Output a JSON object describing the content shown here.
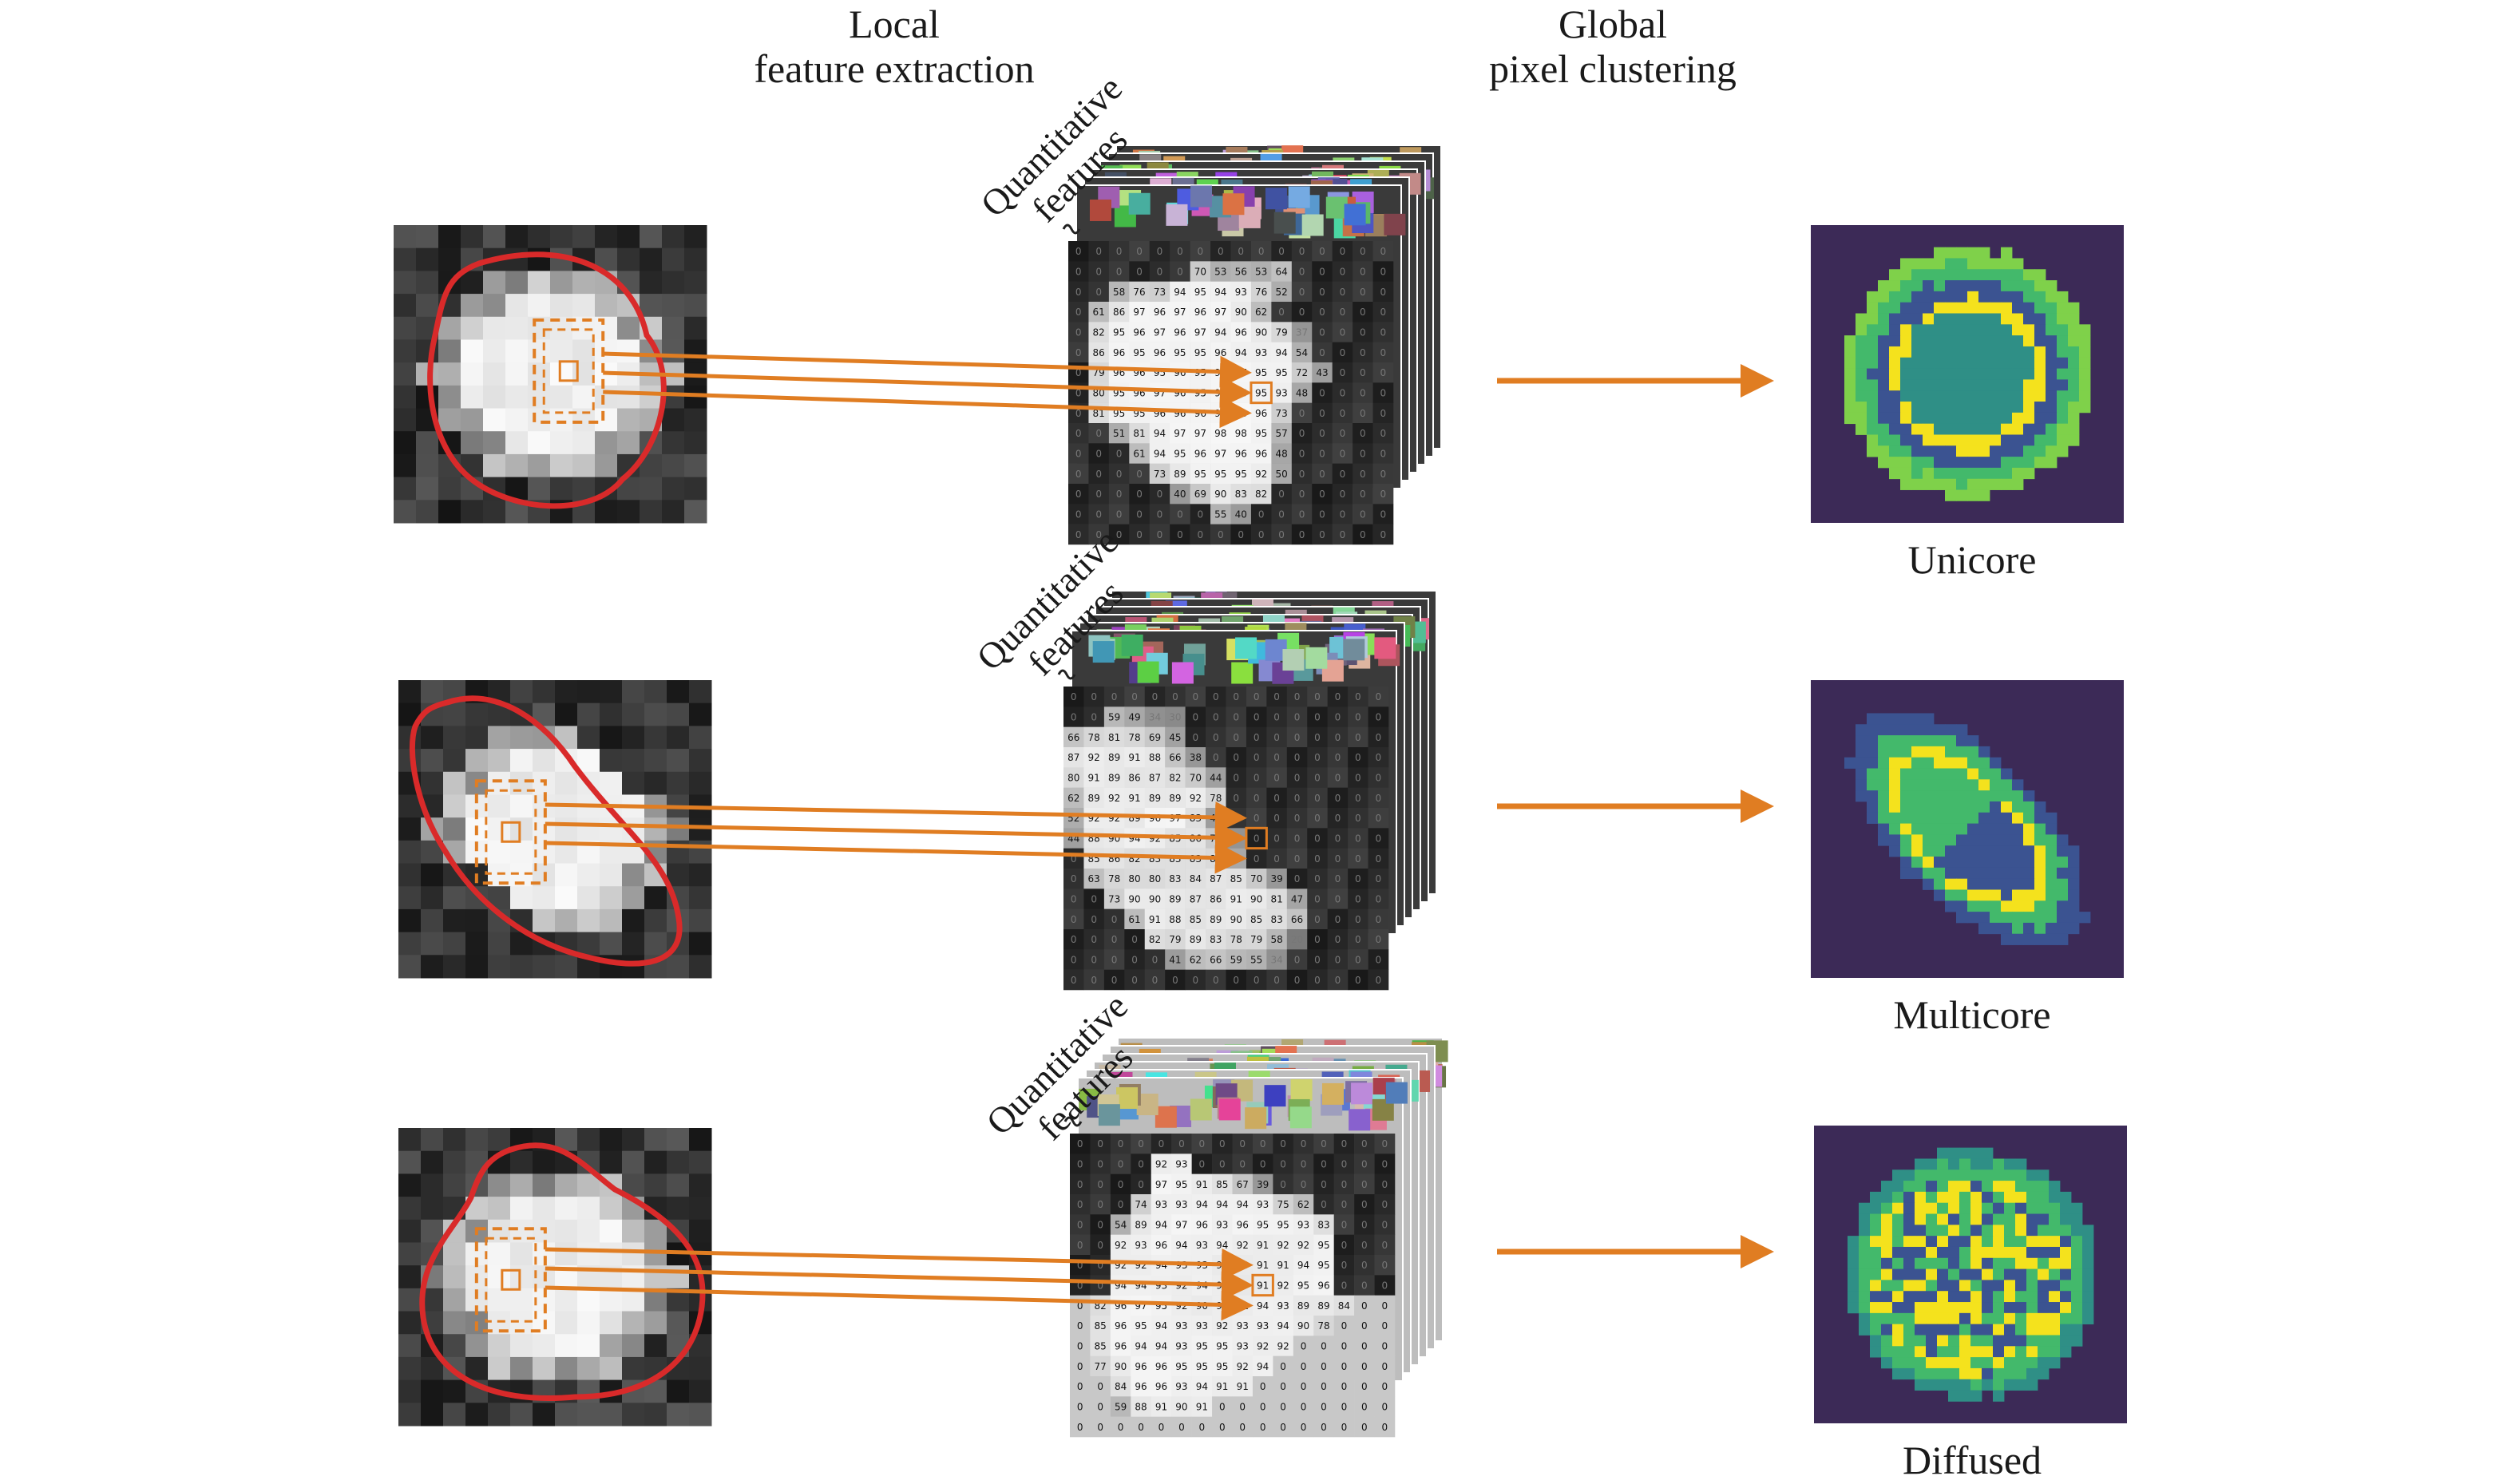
{
  "columns": {
    "local": [
      "Local",
      "feature extraction"
    ],
    "global": [
      "Global",
      "pixel clustering"
    ]
  },
  "rows": [
    {
      "features_label": [
        "Quantitative",
        "features"
      ],
      "label": "Unicore",
      "matrix": [
        [
          "0",
          "0",
          "0",
          "0",
          "0",
          "0",
          "0",
          "0",
          "0",
          "0",
          "0",
          "0",
          "0",
          "0",
          "0",
          "0"
        ],
        [
          "0",
          "0",
          "0",
          "0",
          "0",
          "0",
          "70",
          "53",
          "56",
          "53",
          "64",
          "0",
          "0",
          "0",
          "0",
          "0"
        ],
        [
          "0",
          "0",
          "58",
          "76",
          "73",
          "94",
          "95",
          "94",
          "93",
          "76",
          "52",
          "0",
          "0",
          "0",
          "0",
          "0"
        ],
        [
          "0",
          "61",
          "86",
          "97",
          "96",
          "97",
          "96",
          "97",
          "90",
          "62",
          "0",
          "0",
          "0",
          "0",
          "0",
          "0"
        ],
        [
          "0",
          "82",
          "95",
          "96",
          "97",
          "96",
          "97",
          "94",
          "96",
          "90",
          "79",
          "37",
          "0",
          "0",
          "0",
          "0"
        ],
        [
          "0",
          "86",
          "96",
          "95",
          "96",
          "95",
          "95",
          "96",
          "94",
          "93",
          "94",
          "54",
          "0",
          "0",
          "0",
          "0"
        ],
        [
          "0",
          "79",
          "96",
          "96",
          "95",
          "96",
          "95",
          "97",
          "97",
          "95",
          "95",
          "72",
          "43",
          "0",
          "0",
          "0"
        ],
        [
          "0",
          "80",
          "95",
          "96",
          "97",
          "96",
          "95",
          "97",
          "96",
          "95",
          "93",
          "48",
          "0",
          "0",
          "0",
          "0"
        ],
        [
          "0",
          "81",
          "95",
          "95",
          "96",
          "96",
          "96",
          "96",
          "98",
          "96",
          "73",
          "0",
          "0",
          "0",
          "0",
          "0"
        ],
        [
          "0",
          "0",
          "51",
          "81",
          "94",
          "97",
          "97",
          "98",
          "98",
          "95",
          "57",
          "0",
          "0",
          "0",
          "0",
          "0"
        ],
        [
          "0",
          "0",
          "0",
          "61",
          "94",
          "95",
          "96",
          "97",
          "96",
          "96",
          "48",
          "0",
          "0",
          "0",
          "0",
          "0"
        ],
        [
          "0",
          "0",
          "0",
          "0",
          "73",
          "89",
          "95",
          "95",
          "95",
          "92",
          "50",
          "0",
          "0",
          "0",
          "0",
          "0"
        ],
        [
          "0",
          "0",
          "0",
          "0",
          "0",
          "40",
          "69",
          "90",
          "83",
          "82",
          "0",
          "0",
          "0",
          "0",
          "0",
          "0"
        ],
        [
          "0",
          "0",
          "0",
          "0",
          "0",
          "0",
          "0",
          "55",
          "40",
          "0",
          "0",
          "0",
          "0",
          "0",
          "0",
          "0"
        ],
        [
          "0",
          "0",
          "0",
          "0",
          "0",
          "0",
          "0",
          "0",
          "0",
          "0",
          "0",
          "0",
          "0",
          "0",
          "0",
          "0"
        ]
      ]
    },
    {
      "features_label": [
        "Quantitative",
        "features"
      ],
      "label": "Multicore",
      "matrix": [
        [
          "0",
          "0",
          "0",
          "0",
          "0",
          "0",
          "0",
          "0",
          "0",
          "0",
          "0",
          "0",
          "0",
          "0",
          "0",
          "0"
        ],
        [
          "0",
          "0",
          "59",
          "49",
          "34",
          "30",
          "0",
          "0",
          "0",
          "0",
          "0",
          "0",
          "0",
          "0",
          "0",
          "0"
        ],
        [
          "66",
          "78",
          "81",
          "78",
          "69",
          "45",
          "0",
          "0",
          "0",
          "0",
          "0",
          "0",
          "0",
          "0",
          "0",
          "0"
        ],
        [
          "87",
          "92",
          "89",
          "91",
          "88",
          "66",
          "38",
          "0",
          "0",
          "0",
          "0",
          "0",
          "0",
          "0",
          "0",
          "0"
        ],
        [
          "80",
          "91",
          "89",
          "86",
          "87",
          "82",
          "70",
          "44",
          "0",
          "0",
          "0",
          "0",
          "0",
          "0",
          "0",
          "0"
        ],
        [
          "62",
          "89",
          "92",
          "91",
          "89",
          "89",
          "92",
          "78",
          "0",
          "0",
          "0",
          "0",
          "0",
          "0",
          "0",
          "0"
        ],
        [
          "52",
          "92",
          "92",
          "89",
          "96",
          "97",
          "83",
          "42",
          "0",
          "0",
          "0",
          "0",
          "0",
          "0",
          "0",
          "0"
        ],
        [
          "44",
          "88",
          "90",
          "94",
          "92",
          "85",
          "86",
          "70",
          "36",
          "0",
          "0",
          "0",
          "0",
          "0",
          "0",
          "0"
        ],
        [
          "0",
          "85",
          "86",
          "82",
          "83",
          "83",
          "83",
          "80",
          "49",
          "0",
          "0",
          "0",
          "0",
          "0",
          "0",
          "0"
        ],
        [
          "0",
          "63",
          "78",
          "80",
          "80",
          "83",
          "84",
          "87",
          "85",
          "70",
          "39",
          "0",
          "0",
          "0",
          "0",
          "0"
        ],
        [
          "0",
          "0",
          "73",
          "90",
          "90",
          "89",
          "87",
          "86",
          "91",
          "90",
          "81",
          "47",
          "0",
          "0",
          "0",
          "0"
        ],
        [
          "0",
          "0",
          "0",
          "61",
          "91",
          "88",
          "85",
          "89",
          "90",
          "85",
          "83",
          "66",
          "0",
          "0",
          "0",
          "0"
        ],
        [
          "0",
          "0",
          "0",
          "0",
          "82",
          "79",
          "89",
          "83",
          "78",
          "79",
          "58",
          "20",
          "0",
          "0",
          "0",
          "0"
        ],
        [
          "0",
          "0",
          "0",
          "0",
          "0",
          "41",
          "62",
          "66",
          "59",
          "55",
          "34",
          "0",
          "0",
          "0",
          "0",
          "0"
        ],
        [
          "0",
          "0",
          "0",
          "0",
          "0",
          "0",
          "0",
          "0",
          "0",
          "0",
          "0",
          "0",
          "0",
          "0",
          "0",
          "0"
        ]
      ]
    },
    {
      "features_label": [
        "Quantitative",
        "features"
      ],
      "label": "Diffused",
      "matrix": [
        [
          "0",
          "0",
          "0",
          "0",
          "0",
          "0",
          "0",
          "0",
          "0",
          "0",
          "0",
          "0",
          "0",
          "0",
          "0",
          "0"
        ],
        [
          "0",
          "0",
          "0",
          "0",
          "92",
          "93",
          "0",
          "0",
          "0",
          "0",
          "0",
          "0",
          "0",
          "0",
          "0",
          "0"
        ],
        [
          "0",
          "0",
          "0",
          "0",
          "97",
          "95",
          "91",
          "85",
          "67",
          "39",
          "0",
          "0",
          "0",
          "0",
          "0",
          "0"
        ],
        [
          "0",
          "0",
          "0",
          "74",
          "93",
          "93",
          "94",
          "94",
          "94",
          "93",
          "75",
          "62",
          "0",
          "0",
          "0",
          "0"
        ],
        [
          "0",
          "0",
          "54",
          "89",
          "94",
          "97",
          "96",
          "93",
          "96",
          "95",
          "95",
          "93",
          "83",
          "0",
          "0",
          "0"
        ],
        [
          "0",
          "0",
          "92",
          "93",
          "96",
          "94",
          "93",
          "94",
          "92",
          "91",
          "92",
          "92",
          "95",
          "0",
          "0",
          "0"
        ],
        [
          "0",
          "0",
          "92",
          "92",
          "94",
          "93",
          "93",
          "90",
          "90",
          "91",
          "91",
          "94",
          "95",
          "0",
          "0",
          "0"
        ],
        [
          "0",
          "0",
          "94",
          "94",
          "93",
          "92",
          "94",
          "92",
          "89",
          "91",
          "92",
          "95",
          "96",
          "0",
          "0",
          "0"
        ],
        [
          "0",
          "82",
          "96",
          "97",
          "95",
          "92",
          "90",
          "92",
          "91",
          "94",
          "93",
          "89",
          "89",
          "84",
          "0",
          "0"
        ],
        [
          "0",
          "85",
          "96",
          "95",
          "94",
          "93",
          "93",
          "92",
          "93",
          "93",
          "94",
          "90",
          "78",
          "0",
          "0",
          "0"
        ],
        [
          "0",
          "85",
          "96",
          "94",
          "94",
          "93",
          "95",
          "95",
          "93",
          "92",
          "92",
          "0",
          "0",
          "0",
          "0",
          "0"
        ],
        [
          "0",
          "77",
          "90",
          "96",
          "96",
          "95",
          "95",
          "95",
          "92",
          "94",
          "0",
          "0",
          "0",
          "0",
          "0",
          "0"
        ],
        [
          "0",
          "0",
          "84",
          "96",
          "96",
          "93",
          "94",
          "91",
          "91",
          "0",
          "0",
          "0",
          "0",
          "0",
          "0",
          "0"
        ],
        [
          "0",
          "0",
          "59",
          "88",
          "91",
          "90",
          "91",
          "0",
          "0",
          "0",
          "0",
          "0",
          "0",
          "0",
          "0",
          "0"
        ],
        [
          "0",
          "0",
          "0",
          "0",
          "0",
          "0",
          "0",
          "0",
          "0",
          "0",
          "0",
          "0",
          "0",
          "0",
          "0",
          "0"
        ]
      ]
    }
  ],
  "colors": {
    "arrow": "#e07d22",
    "contour": "#d92a2a",
    "cluster_background": "#3c2a57",
    "cluster_dark_blue": "#3b5391",
    "cluster_teal": "#2f8f86",
    "cluster_green": "#43b96b",
    "cluster_light_green": "#7fd14a",
    "cluster_yellow": "#f4e21d"
  }
}
